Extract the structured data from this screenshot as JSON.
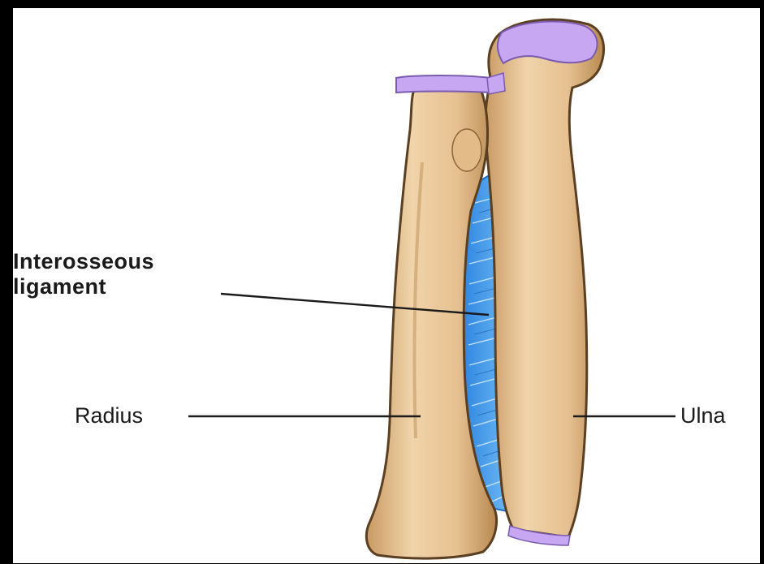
{
  "labels": {
    "interosseous_line1": "Interosseous",
    "interosseous_line2": "ligament",
    "radius": "Radius",
    "ulna": "Ulna"
  },
  "colors": {
    "background_frame": "#000000",
    "canvas": "#ffffff",
    "bone_fill": "#e9c79a",
    "bone_shadow": "#b58a55",
    "bone_outline": "#5a3f22",
    "cartilage": "#c7a6f2",
    "ligament": "#3f9bea",
    "ligament_light": "#a9d8ff",
    "leader_line": "#1a1a1a"
  }
}
